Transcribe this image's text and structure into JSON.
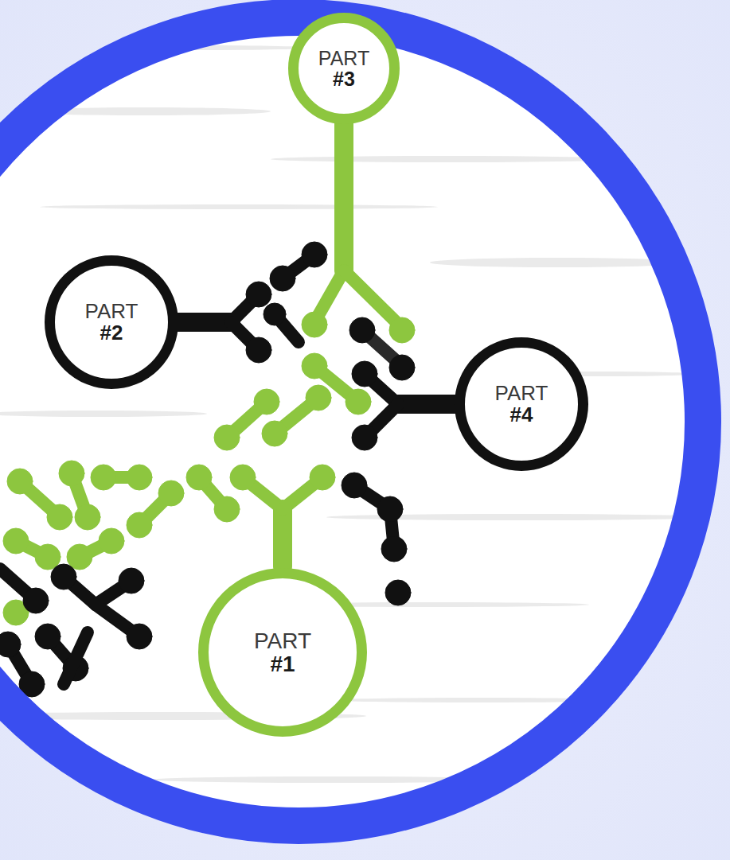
{
  "diagram": {
    "nodes": [
      {
        "text": [
          "PART",
          "#1"
        ]
      },
      {
        "text": [
          "PART",
          "#2"
        ]
      },
      {
        "text": [
          "PART",
          "#3"
        ]
      },
      {
        "text": [
          "PART",
          "#4"
        ]
      }
    ]
  }
}
